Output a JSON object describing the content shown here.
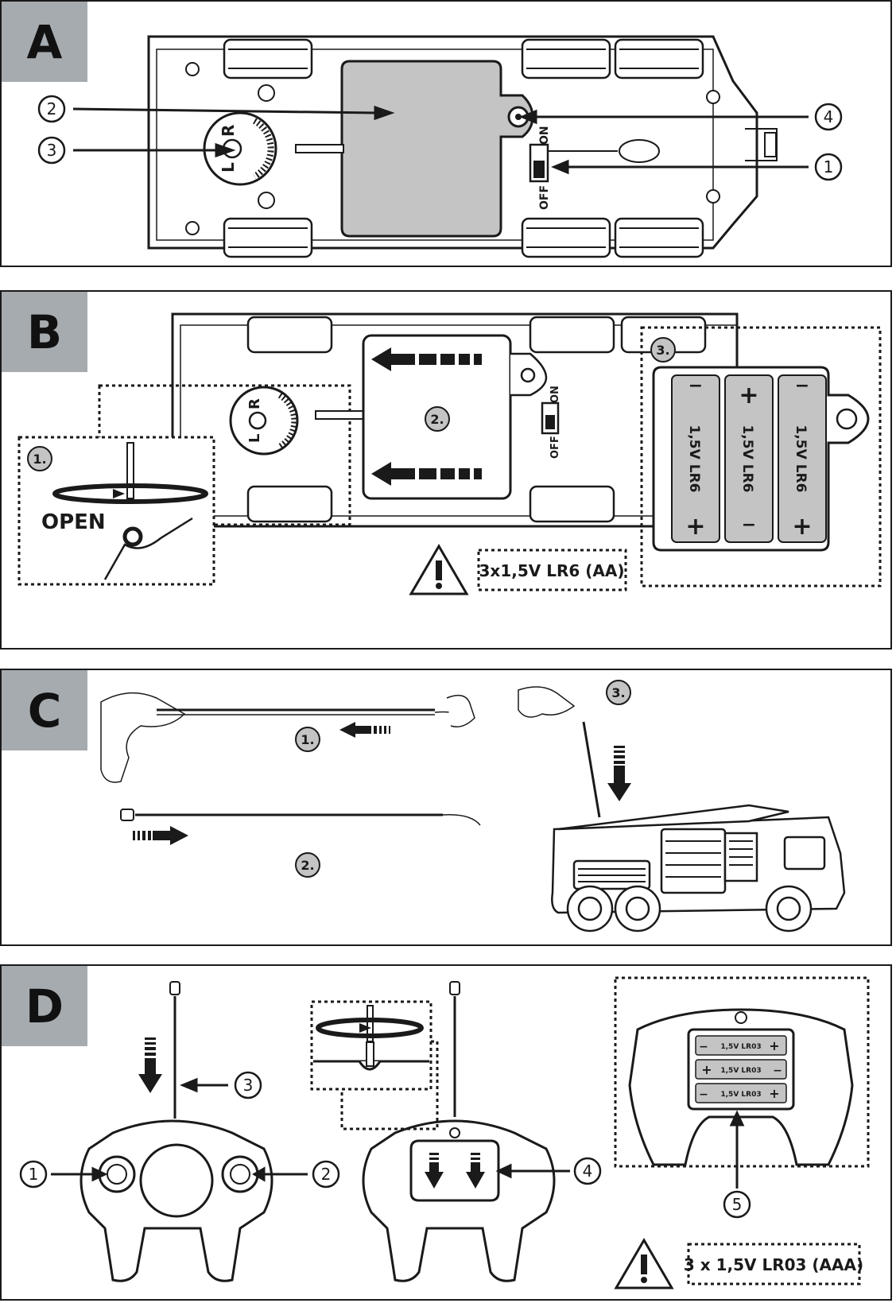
{
  "panels": {
    "a": {
      "label": "A",
      "callouts": [
        "1",
        "2",
        "3",
        "4"
      ],
      "switch_on": "ON",
      "switch_off": "OFF",
      "dial_left": "L",
      "dial_right": "R"
    },
    "b": {
      "label": "B",
      "steps": [
        "1.",
        "2.",
        "3."
      ],
      "open_label": "OPEN",
      "switch_on": "ON",
      "switch_off": "OFF",
      "dial_left": "L",
      "dial_right": "R",
      "battery_label": "1,5V LR6",
      "battery_spec": "3x1,5V LR6 (AA)"
    },
    "c": {
      "label": "C",
      "steps": [
        "1.",
        "2.",
        "3."
      ]
    },
    "d": {
      "label": "D",
      "callouts": [
        "1",
        "2",
        "3",
        "4",
        "5"
      ],
      "battery_label": "1,5V LR03",
      "battery_spec": "3 x 1,5V LR03 (AAA)"
    }
  },
  "colors": {
    "label_bg": "#a6abaf",
    "gray_fill": "#c4c4c4",
    "line": "#1a1a1a"
  },
  "icons": [
    "warning-icon",
    "arrow-icon",
    "screwdriver-icon"
  ]
}
